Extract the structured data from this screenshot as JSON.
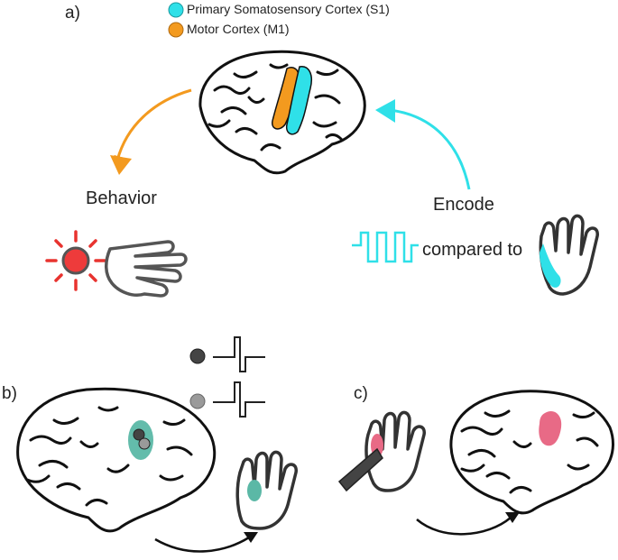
{
  "panels": {
    "a": "a)",
    "b": "b)",
    "c": "c)"
  },
  "legend": [
    {
      "label": "Primary Somatosensory Cortex (S1)",
      "color": "#2fe0e8"
    },
    {
      "label": "Motor Cortex (M1)",
      "color": "#f39a1f"
    }
  ],
  "flow": {
    "behavior": "Behavior",
    "encode": "Encode",
    "compared": "compared to"
  },
  "colors": {
    "behavior_arrow": "#f39a1f",
    "encode_arrow": "#2fe0e8",
    "light": "#e8332f",
    "stim_teal": "#5bb8a6",
    "touch_pink": "#e86a86",
    "neuron_dark": "#444444",
    "neuron_light": "#9a9a9a"
  },
  "icons": [
    "brain-icon",
    "hand-icon",
    "light-icon",
    "pulse-train-icon",
    "spike-icon",
    "probe-icon"
  ]
}
